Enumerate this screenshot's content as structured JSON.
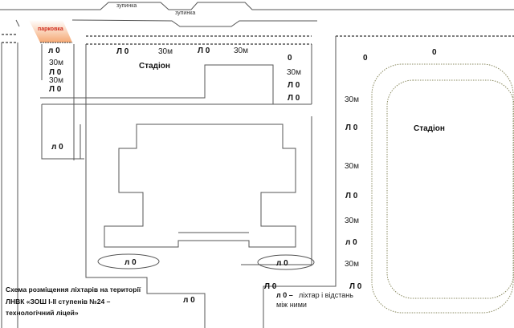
{
  "roads": {
    "stop_1": "зупинка",
    "stop_2": "зупинка"
  },
  "parking": {
    "label": "парковка",
    "color": "#f7b98a",
    "text_color": "#d03020"
  },
  "stadium_1": {
    "label": "Стадіон"
  },
  "stadium_2": {
    "label": "Стадіон"
  },
  "lamp": "Л 0",
  "lamp_small": "л 0",
  "lamp_zero": "0",
  "distance": "30м",
  "legend": {
    "symbol": "л 0 –",
    "text_1": "ліхтар і відстань",
    "text_2": "між ними"
  },
  "caption": {
    "line_1": "Схема розміщення ліхтарів на території",
    "line_2": "ЛНВК «ЗОШ І-ІІ ступенів №24 –",
    "line_3": "технологічний ліцей»"
  }
}
